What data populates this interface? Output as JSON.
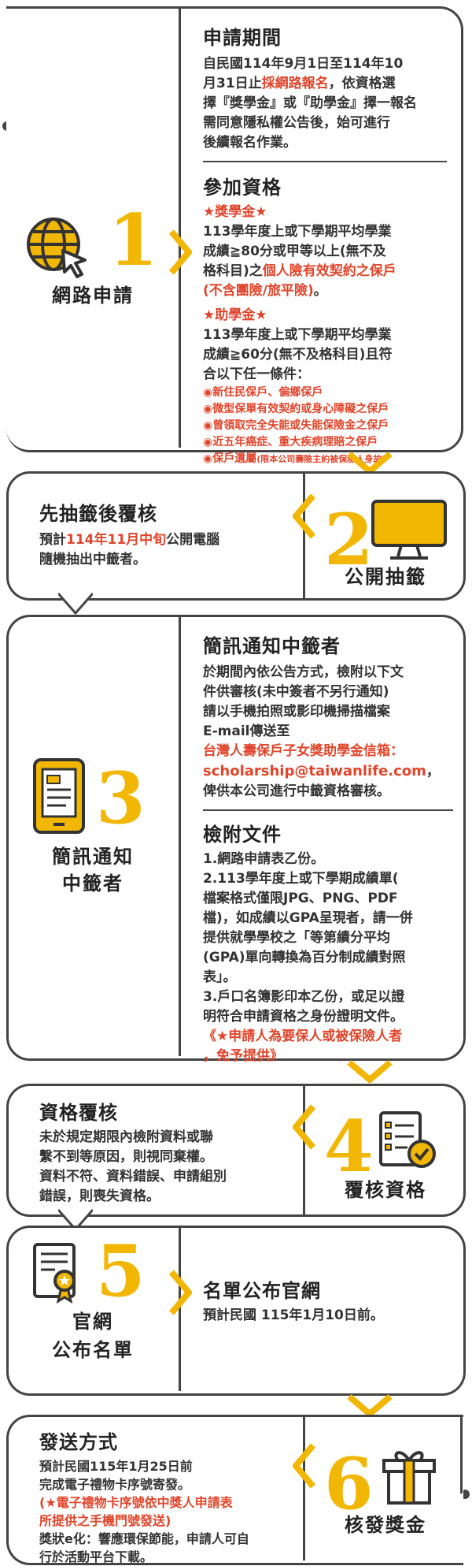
{
  "colors": {
    "accent": "#f2b705",
    "highlight": "#e0452b",
    "line": "#444444"
  },
  "step1": {
    "number": "1",
    "label": "網路申請",
    "icon": "globe-cursor-icon",
    "period_title": "申請期間",
    "period_text": [
      "自民國114年9月1日至114年10",
      "月31日止",
      "採網路報名",
      "，依資格選",
      "擇『獎學金』或『助學金』擇一報名",
      "需同意隱私權公告後，始可進行",
      "後續報名作業。"
    ],
    "qual_title": "參加資格",
    "scholarship_head": "★獎學金★",
    "scholarship_lines": [
      "113學年度上或下學期平均學業",
      "成績≧80分或甲等以上(無不及",
      "格科目)之",
      "個人險有效契約之保戶",
      "(不含團險/旅平險)",
      "。"
    ],
    "grant_head": "★助學金★",
    "grant_lines": [
      "113學年度上或下學期平均學業",
      "成績≧60分(無不及格科目)且符",
      "合以下任一條件："
    ],
    "conditions": [
      "◉新住民保戶、偏鄉保戶",
      "◉微型保單有效契約或身心障礙之保戶",
      "◉曾領取完全失能或失能保險金之保戶",
      "◉近五年癌症、重大疾病理賠之保戶",
      "◉保戶遺屬",
      "(限本公司壽險主約被保險人身故)"
    ]
  },
  "step2": {
    "number": "2",
    "label": "公開抽籤",
    "icon": "monitor-icon",
    "title": "先抽籤後覆核",
    "text": [
      "預計",
      "114年11月中旬",
      "公開電腦",
      "隨機抽出中籤者。"
    ]
  },
  "step3": {
    "number": "3",
    "label": [
      "簡訊通知",
      "中籤者"
    ],
    "icon": "phone-document-icon",
    "notify_title": "簡訊通知中籤者",
    "notify_lines": [
      "於期間內依公告方式，檢附以下文",
      "件供審核(未中簽者不另行通知)",
      "請以手機拍照或影印機掃描檔案",
      "E-mail傳送至"
    ],
    "mailbox": "台灣人壽保戶子女獎助學金信箱：",
    "email": "scholarship@taiwanlife.com",
    "email_suffix": "，",
    "notify_end": "俾供本公司進行中籤資格審核。",
    "docs_title": "檢附文件",
    "docs_lines": [
      "1.網路申請表乙份。",
      "2.113學年度上或下學期成績單(",
      "檔案格式僅限JPG、PNG、PDF",
      "檔)，如成績以GPA呈現者，請一併",
      "提供就學學校之「等第績分平均",
      "(GPA)單向轉換為百分制成績對照",
      "表」。",
      "3.戶口名簿影印本乙份，或足以證",
      "明符合申請資格之身份證明文件。"
    ],
    "docs_note": [
      "《★申請人為要保人或被保險人者",
      "，免予提供》"
    ]
  },
  "step4": {
    "number": "4",
    "label": "覆核資格",
    "icon": "checklist-icon",
    "title": "資格覆核",
    "lines": [
      "未於規定期限內檢附資料或聯",
      "繫不到等原因，則視同棄權。",
      "資料不符、資料錯誤、申請組別",
      "錯誤，則喪失資格。"
    ]
  },
  "step5": {
    "number": "5",
    "label": [
      "官網",
      "公布名單"
    ],
    "icon": "award-document-icon",
    "title": "名單公布官網",
    "text": "預計民國 115年1月10日前。"
  },
  "step6": {
    "number": "6",
    "label": "核發獎金",
    "icon": "gift-icon",
    "title": "發送方式",
    "lines": [
      "預計民國115年1月25日前",
      "完成電子禮物卡序號寄發。"
    ],
    "note": [
      "(★電子禮物卡序號依中獎人申請表",
      "所提供之手機門號發送)"
    ],
    "eco": [
      "獎狀e化：響應環保節能，申請人可自",
      "行於活動平台下載。"
    ]
  }
}
